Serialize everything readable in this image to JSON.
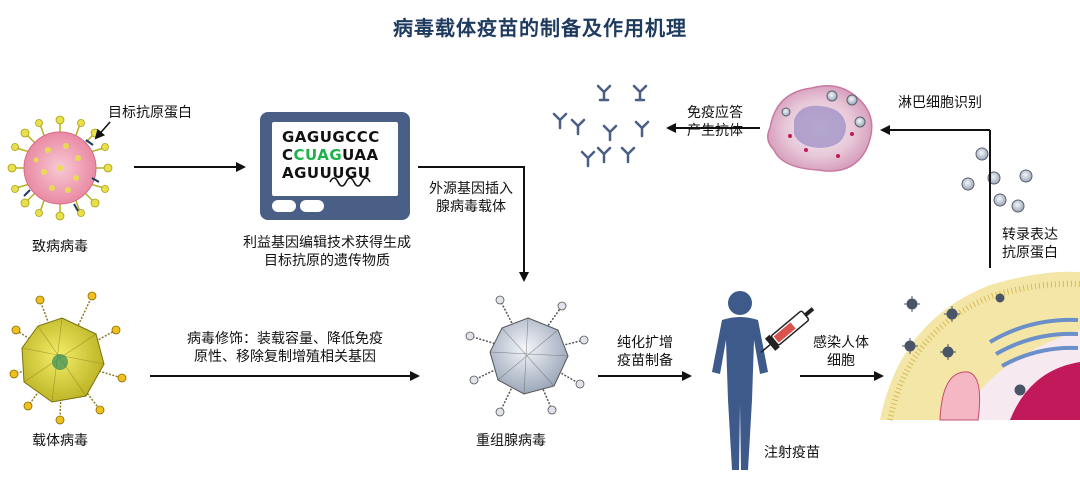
{
  "title": "病毒载体疫苗的制备及作用机理",
  "labels": {
    "target_antigen_protein": "目标抗原蛋白",
    "pathogenic_virus": "致病病毒",
    "gene_editing_line1": "利益基因编辑技术获得生成",
    "gene_editing_line2": "目标抗原的遗传物质",
    "insert_line1": "外源基因插入",
    "insert_line2": "腺病毒载体",
    "modification_line1": "病毒修饰：装载容量、降低免疫",
    "modification_line2": "原性、移除复制增殖相关基因",
    "vector_virus": "载体病毒",
    "recombinant_adenovirus": "重组腺病毒",
    "purify_line1": "纯化扩增",
    "purify_line2": "疫苗制备",
    "vaccine_injection": "注射疫苗",
    "infect_line1": "感染人体",
    "infect_line2": "细胞",
    "transcribe_line1": "转录表达",
    "transcribe_line2": "抗原蛋白",
    "lymph_recognition": "淋巴细胞识别",
    "immune_line1": "免疫应答",
    "immune_line2": "产生抗体"
  },
  "sequence": {
    "line1": "GAGUGCCC",
    "line2_prefix": "C",
    "line2_highlight": "CUAG",
    "line2_suffix": "UAA",
    "line3": "AGUUUGU"
  },
  "colors": {
    "title": "#1f3a5f",
    "monitor": "#4a5f86",
    "sequence_highlight": "#1db34b",
    "virus_pink": "#f2a5b8",
    "virus_yellow": "#e8e04a",
    "antibody_blue": "#4a5f86",
    "human_blue": "#3d5a8a"
  }
}
